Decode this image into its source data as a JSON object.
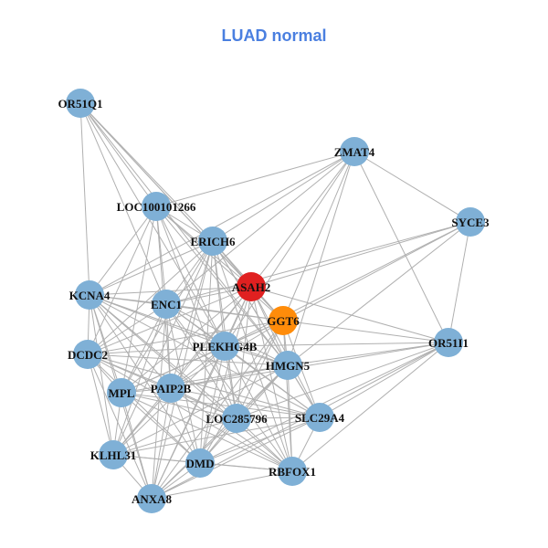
{
  "title": "LUAD normal",
  "colors": {
    "background": "#ffffff",
    "title": "#4a7fe0",
    "edge": "#b0b0b0",
    "node_default": "#7fb0d6",
    "node_hub": "#e02020",
    "node_secondary": "#ff8c0a",
    "label": "#111111"
  },
  "nodes": [
    {
      "id": "OR51Q1",
      "label": "OR51Q1",
      "role": "default"
    },
    {
      "id": "ZMAT4",
      "label": "ZMAT4",
      "role": "default"
    },
    {
      "id": "LOC100101266",
      "label": "LOC100101266",
      "role": "default"
    },
    {
      "id": "SYCE3",
      "label": "SYCE3",
      "role": "default"
    },
    {
      "id": "ERICH6",
      "label": "ERICH6",
      "role": "default"
    },
    {
      "id": "ASAH2",
      "label": "ASAH2",
      "role": "hub"
    },
    {
      "id": "KCNA4",
      "label": "KCNA4",
      "role": "default"
    },
    {
      "id": "ENC1",
      "label": "ENC1",
      "role": "default"
    },
    {
      "id": "GGT6",
      "label": "GGT6",
      "role": "secondary"
    },
    {
      "id": "OR51I1",
      "label": "OR51I1",
      "role": "default"
    },
    {
      "id": "DCDC2",
      "label": "DCDC2",
      "role": "default"
    },
    {
      "id": "PLEKHG4B",
      "label": "PLEKHG4B",
      "role": "default"
    },
    {
      "id": "HMGN5",
      "label": "HMGN5",
      "role": "default"
    },
    {
      "id": "MPL",
      "label": "MPL",
      "role": "default"
    },
    {
      "id": "PAIP2B",
      "label": "PAIP2B",
      "role": "default"
    },
    {
      "id": "LOC285796",
      "label": "LOC285796",
      "role": "default"
    },
    {
      "id": "SLC29A4",
      "label": "SLC29A4",
      "role": "default"
    },
    {
      "id": "KLHL31",
      "label": "KLHL31",
      "role": "default"
    },
    {
      "id": "DMD",
      "label": "DMD",
      "role": "default"
    },
    {
      "id": "RBFOX1",
      "label": "RBFOX1",
      "role": "default"
    },
    {
      "id": "ANXA8",
      "label": "ANXA8",
      "role": "default"
    }
  ],
  "edges": [
    [
      "OR51Q1",
      "LOC100101266"
    ],
    [
      "OR51Q1",
      "ERICH6"
    ],
    [
      "OR51Q1",
      "ASAH2"
    ],
    [
      "OR51Q1",
      "ENC1"
    ],
    [
      "OR51Q1",
      "KCNA4"
    ],
    [
      "OR51Q1",
      "PLEKHG4B"
    ],
    [
      "OR51Q1",
      "HMGN5"
    ],
    [
      "OR51Q1",
      "GGT6"
    ],
    [
      "ZMAT4",
      "LOC100101266"
    ],
    [
      "ZMAT4",
      "ERICH6"
    ],
    [
      "ZMAT4",
      "ASAH2"
    ],
    [
      "ZMAT4",
      "GGT6"
    ],
    [
      "ZMAT4",
      "OR51I1"
    ],
    [
      "ZMAT4",
      "SYCE3"
    ],
    [
      "ZMAT4",
      "HMGN5"
    ],
    [
      "ZMAT4",
      "PLEKHG4B"
    ],
    [
      "ZMAT4",
      "KCNA4"
    ],
    [
      "ZMAT4",
      "ENC1"
    ],
    [
      "SYCE3",
      "ASAH2"
    ],
    [
      "SYCE3",
      "GGT6"
    ],
    [
      "SYCE3",
      "OR51I1"
    ],
    [
      "SYCE3",
      "HMGN5"
    ],
    [
      "SYCE3",
      "ENC1"
    ],
    [
      "SYCE3",
      "PLEKHG4B"
    ],
    [
      "LOC100101266",
      "ERICH6"
    ],
    [
      "LOC100101266",
      "ASAH2"
    ],
    [
      "LOC100101266",
      "KCNA4"
    ],
    [
      "LOC100101266",
      "ENC1"
    ],
    [
      "LOC100101266",
      "GGT6"
    ],
    [
      "LOC100101266",
      "PLEKHG4B"
    ],
    [
      "LOC100101266",
      "HMGN5"
    ],
    [
      "LOC100101266",
      "DCDC2"
    ],
    [
      "LOC100101266",
      "MPL"
    ],
    [
      "LOC100101266",
      "PAIP2B"
    ],
    [
      "LOC100101266",
      "LOC285796"
    ],
    [
      "ERICH6",
      "ASAH2"
    ],
    [
      "ERICH6",
      "KCNA4"
    ],
    [
      "ERICH6",
      "ENC1"
    ],
    [
      "ERICH6",
      "GGT6"
    ],
    [
      "ERICH6",
      "PLEKHG4B"
    ],
    [
      "ERICH6",
      "HMGN5"
    ],
    [
      "ERICH6",
      "DCDC2"
    ],
    [
      "ERICH6",
      "MPL"
    ],
    [
      "ERICH6",
      "PAIP2B"
    ],
    [
      "ERICH6",
      "LOC285796"
    ],
    [
      "ERICH6",
      "SLC29A4"
    ],
    [
      "ERICH6",
      "RBFOX1"
    ],
    [
      "ERICH6",
      "DMD"
    ],
    [
      "ERICH6",
      "KLHL31"
    ],
    [
      "ERICH6",
      "ANXA8"
    ],
    [
      "ASAH2",
      "KCNA4"
    ],
    [
      "ASAH2",
      "ENC1"
    ],
    [
      "ASAH2",
      "GGT6"
    ],
    [
      "ASAH2",
      "PLEKHG4B"
    ],
    [
      "ASAH2",
      "HMGN5"
    ],
    [
      "ASAH2",
      "OR51I1"
    ],
    [
      "ASAH2",
      "DCDC2"
    ],
    [
      "ASAH2",
      "MPL"
    ],
    [
      "ASAH2",
      "PAIP2B"
    ],
    [
      "ASAH2",
      "LOC285796"
    ],
    [
      "ASAH2",
      "SLC29A4"
    ],
    [
      "ASAH2",
      "KLHL31"
    ],
    [
      "ASAH2",
      "DMD"
    ],
    [
      "ASAH2",
      "RBFOX1"
    ],
    [
      "ASAH2",
      "ANXA8"
    ],
    [
      "KCNA4",
      "ENC1"
    ],
    [
      "KCNA4",
      "GGT6"
    ],
    [
      "KCNA4",
      "DCDC2"
    ],
    [
      "KCNA4",
      "MPL"
    ],
    [
      "KCNA4",
      "PAIP2B"
    ],
    [
      "KCNA4",
      "PLEKHG4B"
    ],
    [
      "KCNA4",
      "HMGN5"
    ],
    [
      "KCNA4",
      "KLHL31"
    ],
    [
      "KCNA4",
      "DMD"
    ],
    [
      "KCNA4",
      "ANXA8"
    ],
    [
      "KCNA4",
      "LOC285796"
    ],
    [
      "KCNA4",
      "SLC29A4"
    ],
    [
      "KCNA4",
      "RBFOX1"
    ],
    [
      "ENC1",
      "GGT6"
    ],
    [
      "ENC1",
      "PLEKHG4B"
    ],
    [
      "ENC1",
      "HMGN5"
    ],
    [
      "ENC1",
      "DCDC2"
    ],
    [
      "ENC1",
      "MPL"
    ],
    [
      "ENC1",
      "PAIP2B"
    ],
    [
      "ENC1",
      "LOC285796"
    ],
    [
      "ENC1",
      "SLC29A4"
    ],
    [
      "ENC1",
      "KLHL31"
    ],
    [
      "ENC1",
      "DMD"
    ],
    [
      "ENC1",
      "ANXA8"
    ],
    [
      "ENC1",
      "RBFOX1"
    ],
    [
      "GGT6",
      "OR51I1"
    ],
    [
      "GGT6",
      "PLEKHG4B"
    ],
    [
      "GGT6",
      "HMGN5"
    ],
    [
      "GGT6",
      "DCDC2"
    ],
    [
      "GGT6",
      "PAIP2B"
    ],
    [
      "GGT6",
      "LOC285796"
    ],
    [
      "GGT6",
      "SLC29A4"
    ],
    [
      "GGT6",
      "RBFOX1"
    ],
    [
      "GGT6",
      "DMD"
    ],
    [
      "GGT6",
      "ANXA8"
    ],
    [
      "GGT6",
      "MPL"
    ],
    [
      "OR51I1",
      "HMGN5"
    ],
    [
      "OR51I1",
      "PLEKHG4B"
    ],
    [
      "OR51I1",
      "SLC29A4"
    ],
    [
      "OR51I1",
      "RBFOX1"
    ],
    [
      "OR51I1",
      "LOC285796"
    ],
    [
      "OR51I1",
      "DMD"
    ],
    [
      "OR51I1",
      "ANXA8"
    ],
    [
      "OR51I1",
      "PAIP2B"
    ],
    [
      "DCDC2",
      "MPL"
    ],
    [
      "DCDC2",
      "PAIP2B"
    ],
    [
      "DCDC2",
      "PLEKHG4B"
    ],
    [
      "DCDC2",
      "HMGN5"
    ],
    [
      "DCDC2",
      "KLHL31"
    ],
    [
      "DCDC2",
      "DMD"
    ],
    [
      "DCDC2",
      "ANXA8"
    ],
    [
      "DCDC2",
      "LOC285796"
    ],
    [
      "DCDC2",
      "SLC29A4"
    ],
    [
      "DCDC2",
      "RBFOX1"
    ],
    [
      "PLEKHG4B",
      "HMGN5"
    ],
    [
      "PLEKHG4B",
      "MPL"
    ],
    [
      "PLEKHG4B",
      "PAIP2B"
    ],
    [
      "PLEKHG4B",
      "LOC285796"
    ],
    [
      "PLEKHG4B",
      "SLC29A4"
    ],
    [
      "PLEKHG4B",
      "KLHL31"
    ],
    [
      "PLEKHG4B",
      "DMD"
    ],
    [
      "PLEKHG4B",
      "RBFOX1"
    ],
    [
      "PLEKHG4B",
      "ANXA8"
    ],
    [
      "HMGN5",
      "MPL"
    ],
    [
      "HMGN5",
      "PAIP2B"
    ],
    [
      "HMGN5",
      "LOC285796"
    ],
    [
      "HMGN5",
      "SLC29A4"
    ],
    [
      "HMGN5",
      "KLHL31"
    ],
    [
      "HMGN5",
      "DMD"
    ],
    [
      "HMGN5",
      "RBFOX1"
    ],
    [
      "HMGN5",
      "ANXA8"
    ],
    [
      "MPL",
      "PAIP2B"
    ],
    [
      "MPL",
      "LOC285796"
    ],
    [
      "MPL",
      "SLC29A4"
    ],
    [
      "MPL",
      "KLHL31"
    ],
    [
      "MPL",
      "DMD"
    ],
    [
      "MPL",
      "RBFOX1"
    ],
    [
      "MPL",
      "ANXA8"
    ],
    [
      "PAIP2B",
      "LOC285796"
    ],
    [
      "PAIP2B",
      "SLC29A4"
    ],
    [
      "PAIP2B",
      "KLHL31"
    ],
    [
      "PAIP2B",
      "DMD"
    ],
    [
      "PAIP2B",
      "RBFOX1"
    ],
    [
      "PAIP2B",
      "ANXA8"
    ],
    [
      "LOC285796",
      "SLC29A4"
    ],
    [
      "LOC285796",
      "KLHL31"
    ],
    [
      "LOC285796",
      "DMD"
    ],
    [
      "LOC285796",
      "RBFOX1"
    ],
    [
      "LOC285796",
      "ANXA8"
    ],
    [
      "SLC29A4",
      "KLHL31"
    ],
    [
      "SLC29A4",
      "DMD"
    ],
    [
      "SLC29A4",
      "RBFOX1"
    ],
    [
      "SLC29A4",
      "ANXA8"
    ],
    [
      "KLHL31",
      "DMD"
    ],
    [
      "KLHL31",
      "RBFOX1"
    ],
    [
      "KLHL31",
      "ANXA8"
    ],
    [
      "DMD",
      "RBFOX1"
    ],
    [
      "DMD",
      "ANXA8"
    ],
    [
      "RBFOX1",
      "ANXA8"
    ]
  ]
}
